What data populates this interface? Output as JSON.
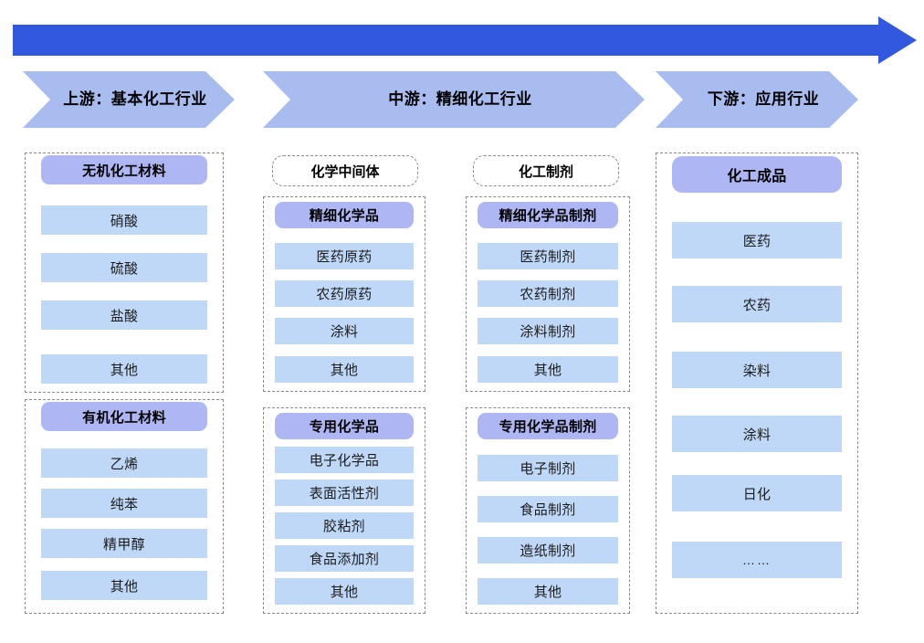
{
  "diagram": {
    "arrow": {
      "name": "value-chain-arrow",
      "color": "#3358E0",
      "direction": "left-to-right"
    },
    "stages": [
      {
        "id": "upstream",
        "label": "上游：基本化工行业"
      },
      {
        "id": "midstream",
        "label": "中游：精细化工行业"
      },
      {
        "id": "downstream",
        "label": "下游：应用行业"
      }
    ],
    "columns": [
      {
        "id": "col-upstream",
        "stage": "upstream",
        "groups": [
          {
            "id": "inorganic",
            "header": "无机化工材料",
            "header_style": "solid-pill",
            "items": [
              "硝酸",
              "硫酸",
              "盐酸",
              "其他"
            ]
          },
          {
            "id": "organic",
            "header": "有机化工材料",
            "header_style": "solid-pill",
            "items": [
              "乙烯",
              "纯苯",
              "精甲醇",
              "其他"
            ]
          }
        ]
      },
      {
        "id": "col-intermediates",
        "stage": "midstream",
        "section_label": "化学中间体",
        "groups": [
          {
            "id": "fine-chemicals",
            "header": "精细化学品",
            "header_style": "solid-pill",
            "items": [
              "医药原药",
              "农药原药",
              "涂料",
              "其他"
            ]
          },
          {
            "id": "specialty-chemicals",
            "header": "专用化学品",
            "header_style": "solid-pill",
            "items": [
              "电子化学品",
              "表面活性剂",
              "胶粘剂",
              "食品添加剂",
              "其他"
            ]
          }
        ]
      },
      {
        "id": "col-formulations",
        "stage": "midstream",
        "section_label": "化工制剂",
        "groups": [
          {
            "id": "fine-chemical-formulations",
            "header": "精细化学品制剂",
            "header_style": "solid-pill",
            "items": [
              "医药制剂",
              "农药制剂",
              "涂料制剂",
              "其他"
            ]
          },
          {
            "id": "specialty-chemical-formulations",
            "header": "专用化学品制剂",
            "header_style": "solid-pill",
            "items": [
              "电子制剂",
              "食品制剂",
              "造纸制剂",
              "其他"
            ]
          }
        ]
      },
      {
        "id": "col-finished",
        "stage": "downstream",
        "groups": [
          {
            "id": "finished-products",
            "header": "化工成品",
            "header_style": "solid-pill",
            "items": [
              "医药",
              "农药",
              "染料",
              "涂料",
              "日化",
              "……"
            ]
          }
        ]
      }
    ],
    "colors": {
      "arrow_blue": "#3358E0",
      "chevron_fill": "#A9BCF0",
      "header_pill": "#AEB7F3",
      "item_fill": "#C0D8F7",
      "dashed_border": "#8A8A8A",
      "background": "#FFFFFF"
    }
  }
}
